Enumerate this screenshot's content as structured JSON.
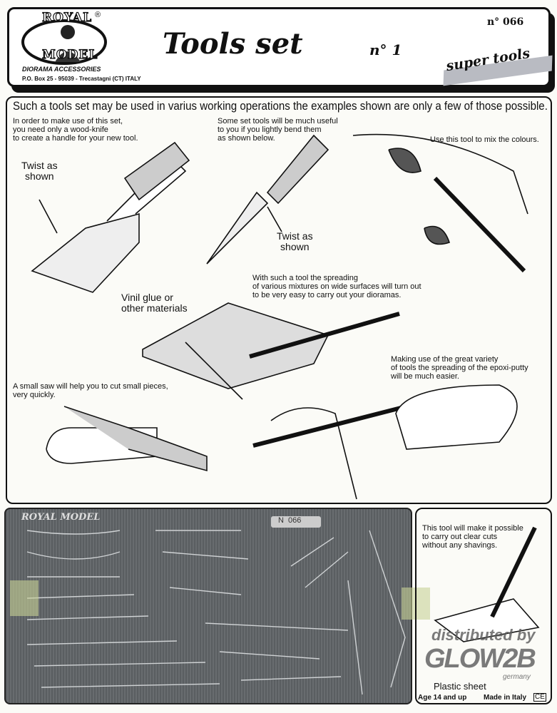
{
  "header": {
    "brand_top": "ROYAL",
    "brand_bottom": "MODEL",
    "registered": "®",
    "subtitle": "DIORAMA ACCESSORIES",
    "address": "P.O. Box 25 - 95039 - Trecastagni (CT) ITALY",
    "title": "Tools set",
    "set_number": "n° 1",
    "product_code": "n° 066",
    "badge": "super tools"
  },
  "intro": "Such a tools set may be used in varius working operations the examples shown are only a few of those possible.",
  "captions": {
    "handle": [
      "In order to make use of this set,",
      "you need only a wood-knife",
      "to create a handle for your new tool."
    ],
    "twist1": [
      "Twist as",
      "shown"
    ],
    "bend": [
      "Some set tools will be much useful",
      "to you if you lightly bend them",
      "as shown below."
    ],
    "twist2": [
      "Twist as",
      "shown"
    ],
    "mix": "Use this tool to mix the colours.",
    "spread": [
      "With such a tool the spreading",
      "of various mixtures on wide surfaces will turn out",
      "to be very easy to carry out your dioramas."
    ],
    "glue": [
      "Vinil glue or",
      "other materials"
    ],
    "saw": [
      "A small saw will help you to cut small pieces,",
      "very quickly."
    ],
    "putty": [
      "Making use of the great variety",
      "of tools the spreading of the epoxi-putty",
      "will be much easier."
    ],
    "cut": [
      "This tool will make it possible",
      "to carry out clear cuts",
      "without any shavings."
    ],
    "plastic": "Plastic sheet"
  },
  "fret": {
    "brand": "ROYAL MODEL",
    "tag": "N  066"
  },
  "footer": {
    "age": "Age 14 and up",
    "made": "Made in Italy",
    "ce": "CE"
  },
  "watermark": {
    "line1": "distributed by",
    "line2": "GLOW2B",
    "line3": "germany"
  }
}
